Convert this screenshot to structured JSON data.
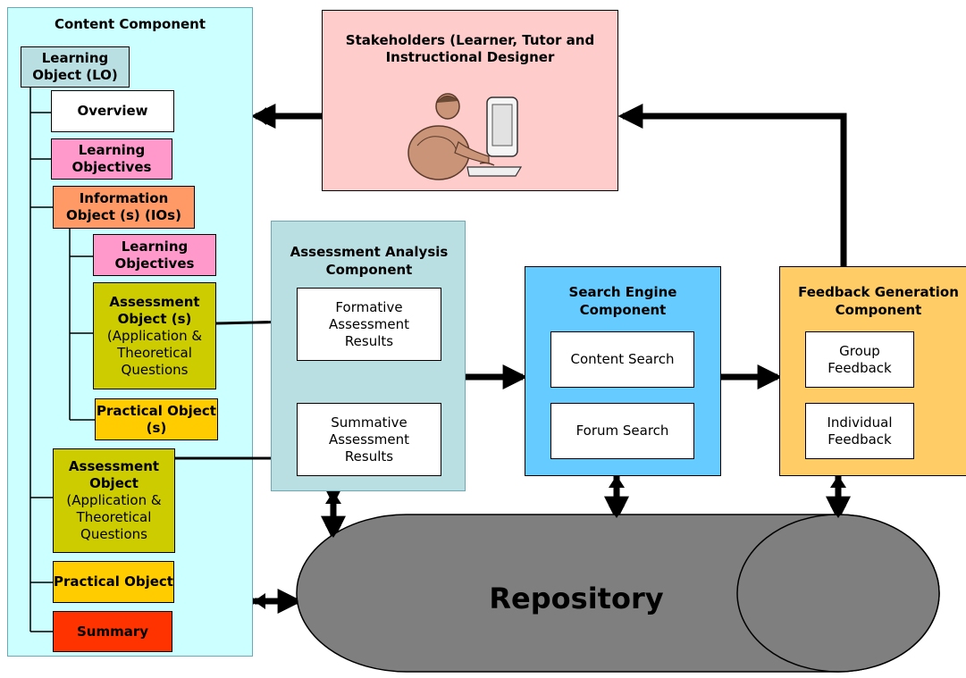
{
  "content_component": {
    "title": "Content Component",
    "learning_object": "Learning Object (LO)",
    "overview": "Overview",
    "learning_objectives_1": "Learning Objectives",
    "information_object": "Information Object (s) (IOs)",
    "learning_objectives_2": "Learning Objectives",
    "assessment_objects_title": "Assessment Object (s)",
    "assessment_objects_desc": "(Application & Theoretical Questions",
    "practical_objects": "Practical Object (s)",
    "assessment_object_title": "Assessment Object",
    "assessment_object_desc": "(Application & Theoretical Questions",
    "practical_object": "Practical Object",
    "summary": "Summary"
  },
  "stakeholders": {
    "title": "Stakeholders (Learner, Tutor and  Instructional Designer"
  },
  "assessment_analysis": {
    "title": "Assessment Analysis Component",
    "formative": "Formative Assessment Results",
    "summative": "Summative Assessment Results"
  },
  "search_engine": {
    "title": "Search Engine Component",
    "content_search": "Content Search",
    "forum_search": "Forum Search"
  },
  "feedback_generation": {
    "title": "Feedback Generation Component",
    "group": "Group Feedback",
    "individual": "Individual Feedback"
  },
  "repository": {
    "label": "Repository"
  },
  "colors": {
    "content_bg": "#ccffff",
    "stakeholders_bg": "#ffcccc",
    "assessment_bg": "#b9dfe3",
    "search_bg": "#66ccff",
    "feedback_bg": "#ffcc66",
    "repository": "#7f7f7f",
    "learning_object": "#b9dfe3",
    "learning_objectives": "#ff99cc",
    "information_object": "#ff9966",
    "assessment_object": "#cccc00",
    "practical_object": "#ffcc00",
    "summary": "#ff3300"
  },
  "icons": {
    "stakeholder": "person-at-computer-icon"
  }
}
